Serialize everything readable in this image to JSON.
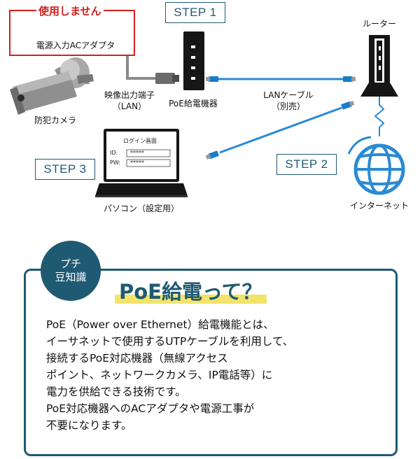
{
  "adapter": {
    "title": "使用しません",
    "label": "電源入力ACアダプタ"
  },
  "steps": {
    "step1": "STEP 1",
    "step2": "STEP 2",
    "step3": "STEP 3"
  },
  "labels": {
    "camera": "防犯カメラ",
    "video_port_line1": "映像出力端子",
    "video_port_line2": "（LAN）",
    "poe_device": "PoE給電機器",
    "lan_cable_line1": "LANケーブル",
    "lan_cable_line2": "（別売）",
    "router": "ルーター",
    "internet": "インターネット",
    "pc": "パソコン（設定用）"
  },
  "login_screen": {
    "title": "ログイン画面",
    "id_label": "ID:",
    "id_value": "*****",
    "pw_label": "PW:",
    "pw_value": "*****"
  },
  "info": {
    "badge_line1": "プチ",
    "badge_line2": "豆知識",
    "title": "PoE給電って？",
    "body": [
      "PoE（Power over Ethernet）給電機能とは、",
      "イーサネットで使用するUTPケーブルを利用して、",
      "接続するPoE対応機器（無線アクセス",
      "ポイント、ネットワークカメラ、IP電話等）に",
      "電力を供給できる技術です。",
      "PoE対応機器へのACアダプタや電源工事が",
      "不要になります。"
    ]
  },
  "colors": {
    "accent": "#1f5a73",
    "warning": "#d2201f",
    "cable": "#2a8ad4",
    "highlight": "#f4e36a"
  }
}
